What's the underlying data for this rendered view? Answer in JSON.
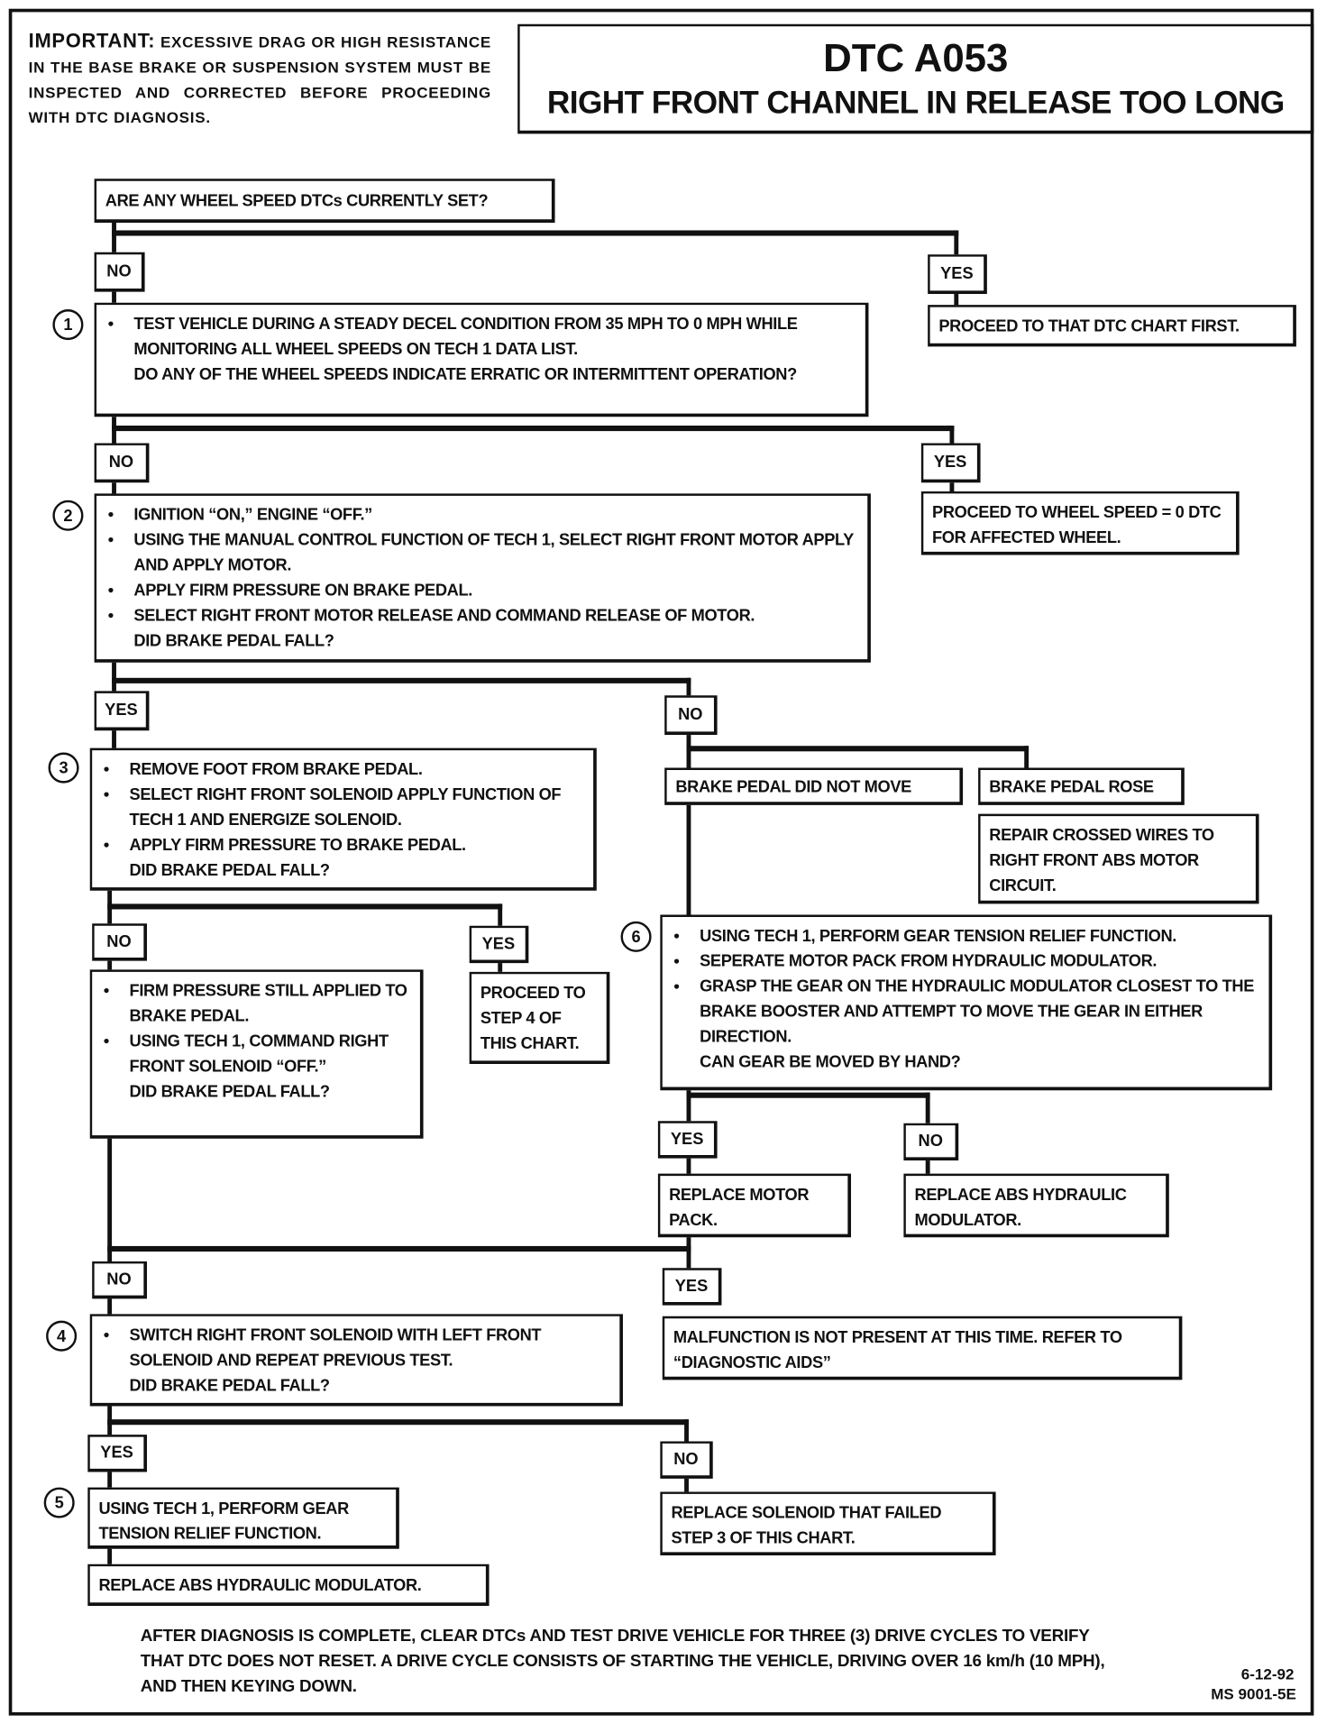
{
  "important": {
    "label": "IMPORTANT:",
    "text": "EXCESSIVE DRAG OR HIGH RESISTANCE IN THE BASE BRAKE OR SUSPENSION SYSTEM MUST BE INSPECTED AND CORRECTED BEFORE PROCEEDING WITH DTC DIAGNOSIS."
  },
  "title": {
    "code": "DTC A053",
    "subtitle": "RIGHT FRONT CHANNEL IN RELEASE TOO LONG"
  },
  "start": "ARE ANY WHEEL SPEED DTCs CURRENTLY SET?",
  "labels": {
    "yes": "YES",
    "no": "NO"
  },
  "steps": {
    "s1": {
      "num": "1",
      "bullets": [
        "TEST VEHICLE DURING A STEADY DECEL CONDITION FROM 35 MPH TO 0 MPH WHILE MONITORING ALL WHEEL SPEEDS ON TECH 1 DATA LIST."
      ],
      "question": "DO ANY OF THE WHEEL SPEEDS INDICATE ERRATIC OR INTERMITTENT OPERATION?"
    },
    "s2": {
      "num": "2",
      "bullets": [
        "IGNITION “ON,” ENGINE “OFF.”",
        "USING THE MANUAL CONTROL FUNCTION OF TECH 1, SELECT RIGHT FRONT MOTOR APPLY AND APPLY MOTOR.",
        "APPLY FIRM PRESSURE ON BRAKE PEDAL.",
        "SELECT RIGHT FRONT MOTOR RELEASE AND COMMAND RELEASE OF MOTOR."
      ],
      "question": "DID BRAKE PEDAL FALL?"
    },
    "s3": {
      "num": "3",
      "bullets": [
        "REMOVE FOOT FROM BRAKE PEDAL.",
        "SELECT RIGHT FRONT SOLENOID APPLY FUNCTION OF TECH 1 AND ENERGIZE SOLENOID.",
        "APPLY FIRM PRESSURE TO BRAKE PEDAL."
      ],
      "question": "DID BRAKE PEDAL FALL?"
    },
    "s3no": {
      "bullets": [
        "FIRM PRESSURE STILL APPLIED TO BRAKE PEDAL.",
        "USING TECH 1, COMMAND RIGHT FRONT SOLENOID “OFF.”"
      ],
      "question": "DID BRAKE PEDAL FALL?"
    },
    "s4": {
      "num": "4",
      "bullets": [
        "SWITCH RIGHT FRONT SOLENOID WITH LEFT FRONT SOLENOID AND REPEAT PREVIOUS TEST."
      ],
      "question": "DID BRAKE PEDAL FALL?"
    },
    "s5": {
      "num": "5",
      "text": "USING TECH 1, PERFORM GEAR TENSION RELIEF FUNCTION."
    },
    "s6": {
      "num": "6",
      "bullets": [
        "USING TECH 1, PERFORM GEAR TENSION RELIEF FUNCTION.",
        "SEPERATE MOTOR PACK FROM HYDRAULIC MODULATOR.",
        "GRASP THE GEAR ON THE HYDRAULIC MODULATOR CLOSEST TO THE BRAKE BOOSTER AND ATTEMPT TO MOVE THE GEAR IN EITHER DIRECTION."
      ],
      "question": "CAN GEAR BE MOVED BY HAND?"
    }
  },
  "results": {
    "dtc_first": "PROCEED TO THAT DTC CHART FIRST.",
    "wheel_speed": "PROCEED TO WHEEL SPEED = 0 DTC FOR AFFECTED WHEEL.",
    "did_not_move": "BRAKE PEDAL DID NOT MOVE",
    "rose": "BRAKE PEDAL ROSE",
    "crossed": "REPAIR CROSSED WIRES TO RIGHT FRONT ABS MOTOR CIRCUIT.",
    "step4": "PROCEED TO STEP 4 OF THIS CHART.",
    "motor_pack": "REPLACE MOTOR PACK.",
    "abs_mod1": "REPLACE ABS HYDRAULIC MODULATOR.",
    "malfunction": "MALFUNCTION IS NOT PRESENT AT THIS TIME.  REFER TO “DIAGNOSTIC AIDS”",
    "solenoid": "REPLACE SOLENOID THAT FAILED STEP 3 OF THIS CHART.",
    "abs_mod2": "REPLACE ABS HYDRAULIC MODULATOR."
  },
  "footer": {
    "text": "AFTER DIAGNOSIS IS COMPLETE, CLEAR DTCs AND TEST DRIVE VEHICLE FOR THREE (3) DRIVE CYCLES TO VERIFY THAT DTC DOES NOT RESET.  A DRIVE CYCLE CONSISTS OF STARTING THE VEHICLE, DRIVING OVER 16 km/h (10 MPH), AND THEN KEYING DOWN.",
    "date": "6-12-92",
    "doc": "MS 9001-5E"
  }
}
